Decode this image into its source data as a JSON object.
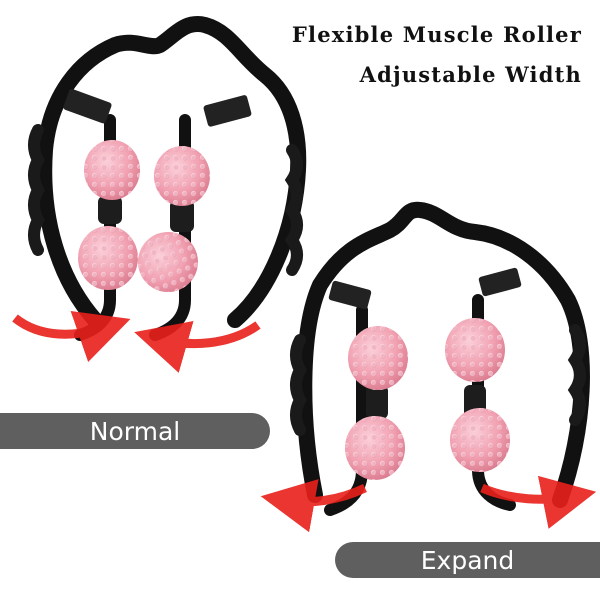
{
  "heading": {
    "line1": "Flexible Muscle Roller",
    "line2": "Adjustable Width"
  },
  "labels": {
    "normal": "Normal",
    "expand": "Expand"
  },
  "colors": {
    "frame": "#111111",
    "roller": "#f3a9b8",
    "arrow": "#e8201b",
    "label_bar": "#5f5f5f"
  }
}
